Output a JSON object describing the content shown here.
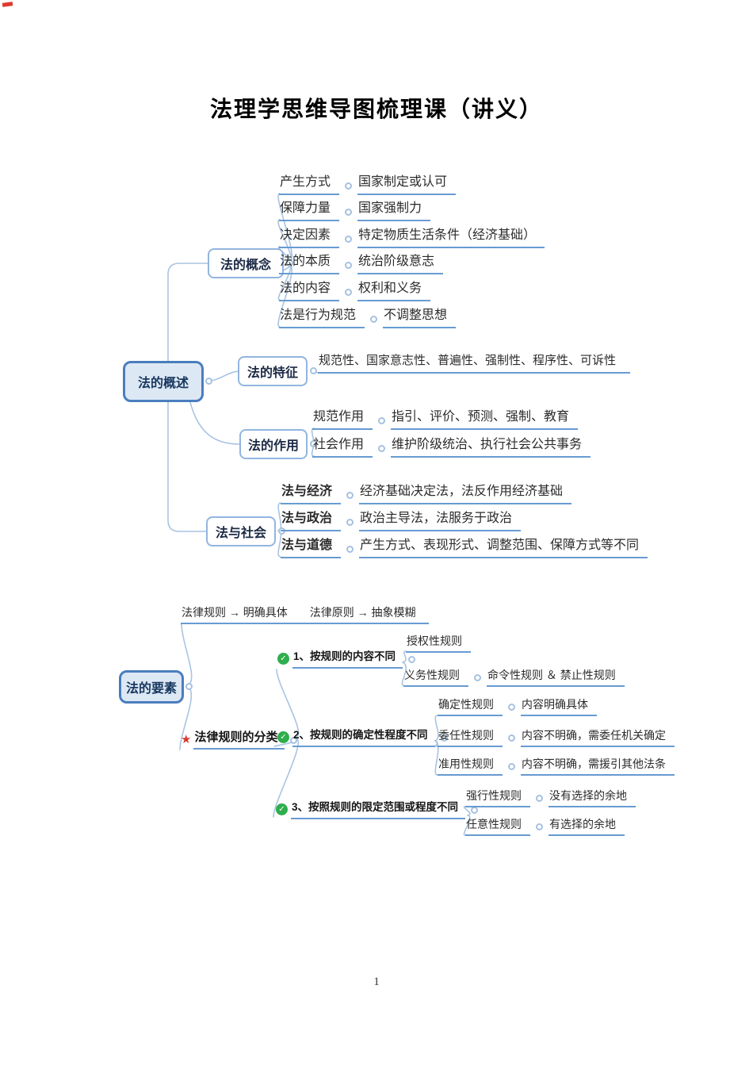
{
  "page": {
    "title": "法理学思维导图梳理课（讲义）",
    "page_number": "1"
  },
  "icons": {
    "star": "★",
    "check": "✓"
  },
  "map1": {
    "root": "法的概述",
    "concept": {
      "label": "法的概念",
      "rows": [
        {
          "label": "产生方式",
          "value": "国家制定或认可"
        },
        {
          "label": "保障力量",
          "value": "国家强制力"
        },
        {
          "label": "决定因素",
          "value": "特定物质生活条件（经济基础）"
        },
        {
          "label": "法的本质",
          "value": "统治阶级意志"
        },
        {
          "label": "法的内容",
          "value": "权利和义务"
        },
        {
          "label": "法是行为规范",
          "value": "不调整思想"
        }
      ]
    },
    "feature": {
      "label": "法的特征",
      "value": "规范性、国家意志性、普遍性、强制性、程序性、可诉性"
    },
    "function": {
      "label": "法的作用",
      "rows": [
        {
          "label": "规范作用",
          "value": "指引、评价、预测、强制、教育"
        },
        {
          "label": "社会作用",
          "value": "维护阶级统治、执行社会公共事务"
        }
      ]
    },
    "society": {
      "label": "法与社会",
      "rows": [
        {
          "label": "法与经济",
          "value": "经济基础决定法，法反作用经济基础"
        },
        {
          "label": "法与政治",
          "value": "政治主导法，法服务于政治"
        },
        {
          "label": "法与道德",
          "value": "产生方式、表现形式、调整范围、保障方式等不同"
        }
      ]
    }
  },
  "map2": {
    "root": "法的要素",
    "rule_vs_principle": "法律规则 → 明确具体　　法律原则 → 抽象模糊",
    "classification": {
      "label": "法律规则的分类",
      "groups": [
        {
          "label": "1、按规则的内容不同",
          "rows": [
            {
              "label": "授权性规则",
              "value": ""
            },
            {
              "label": "义务性规则",
              "value": "命令性规则 ＆ 禁止性规则"
            }
          ]
        },
        {
          "label": "2、按规则的确定性程度不同",
          "rows": [
            {
              "label": "确定性规则",
              "value": "内容明确具体"
            },
            {
              "label": "委任性规则",
              "value": "内容不明确，需委任机关确定"
            },
            {
              "label": "准用性规则",
              "value": "内容不明确，需援引其他法条"
            }
          ]
        },
        {
          "label": "3、按照规则的限定范围或程度不同",
          "rows": [
            {
              "label": "强行性规则",
              "value": "没有选择的余地"
            },
            {
              "label": "任意性规则",
              "value": "有选择的余地"
            }
          ]
        }
      ]
    }
  }
}
